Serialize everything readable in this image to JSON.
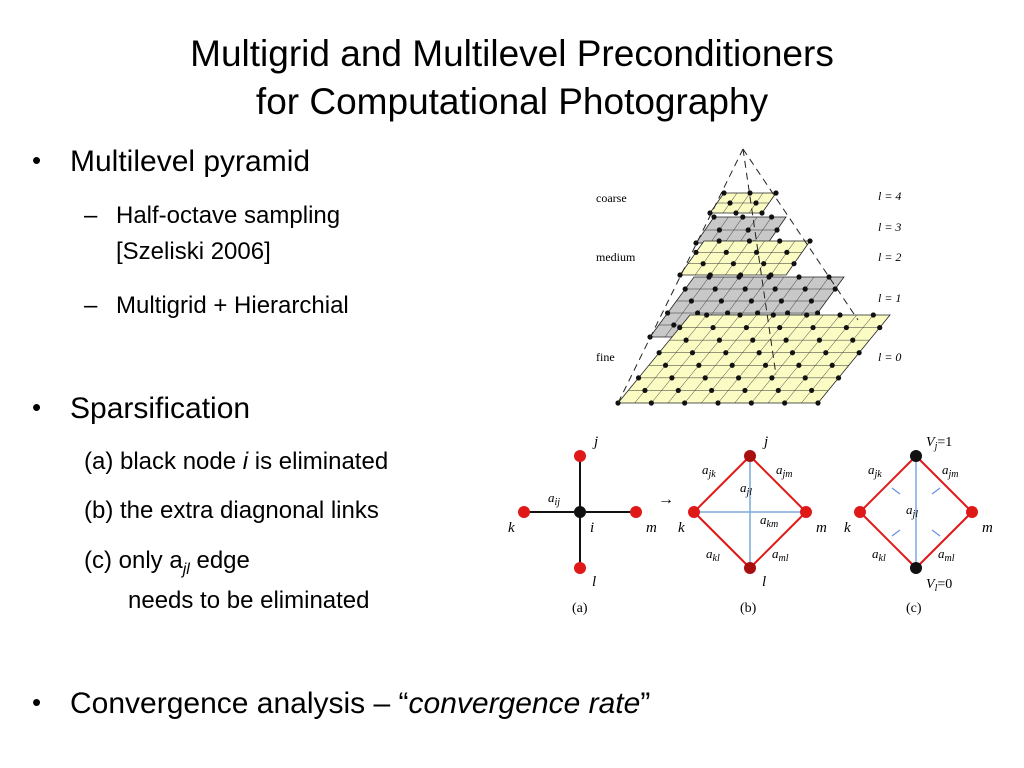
{
  "slide": {
    "title_line1": "Multigrid and Multilevel Preconditioners",
    "title_line2": "for Computational Photography"
  },
  "bullets": {
    "pyramid": {
      "label": "Multilevel pyramid",
      "sub1_line1": "Half-octave sampling",
      "sub1_line2": "[Szeliski 2006]",
      "sub2": "Multigrid + Hierarchial"
    },
    "sparsification": {
      "label": "Sparsification",
      "item_a_pre": "(a) black node ",
      "item_a_var": "i",
      "item_a_post": " is eliminated",
      "item_b": "(b) the extra diagnonal links",
      "item_c_pre": "(c) only a",
      "item_c_sub": "jl",
      "item_c_post": " edge",
      "item_c_line2": "needs to be eliminated"
    },
    "convergence": {
      "pre": "Convergence analysis – “",
      "italic": "convergence rate",
      "post": "”"
    }
  },
  "pyramid_figure": {
    "left_labels": [
      "coarse",
      "medium",
      "fine"
    ],
    "level_labels": [
      "l = 4",
      "l = 3",
      "l = 2",
      "l = 1",
      "l = 0"
    ],
    "level_fill": [
      "#fbfbc4",
      "#c8c8c8",
      "#fbfbc4",
      "#c8c8c8",
      "#fbfbc4"
    ]
  },
  "graph_figure": {
    "captions": [
      "(a)",
      "(b)",
      "(c)"
    ],
    "node_labels": {
      "j": "j",
      "k": "k",
      "m": "m",
      "l": "l",
      "i": "i"
    },
    "edge_labels": {
      "aij": "a",
      "aij_sub": "ij",
      "ajk": "a",
      "ajk_sub": "jk",
      "ajm": "a",
      "ajm_sub": "jm",
      "ajl": "a",
      "ajl_sub": "jl",
      "akm": "a",
      "akm_sub": "km",
      "akl": "a",
      "akl_sub": "kl",
      "aml": "a",
      "aml_sub": "ml"
    },
    "vj": "V",
    "vj_sub": "j",
    "vj_val": "=1",
    "vl": "V",
    "vl_sub": "l",
    "vl_val": "=0",
    "arrow": "→",
    "colors": {
      "node_red": "#e01818",
      "node_black": "#111111",
      "edge_red": "#e01818",
      "edge_blue": "#7aa8d8"
    }
  }
}
